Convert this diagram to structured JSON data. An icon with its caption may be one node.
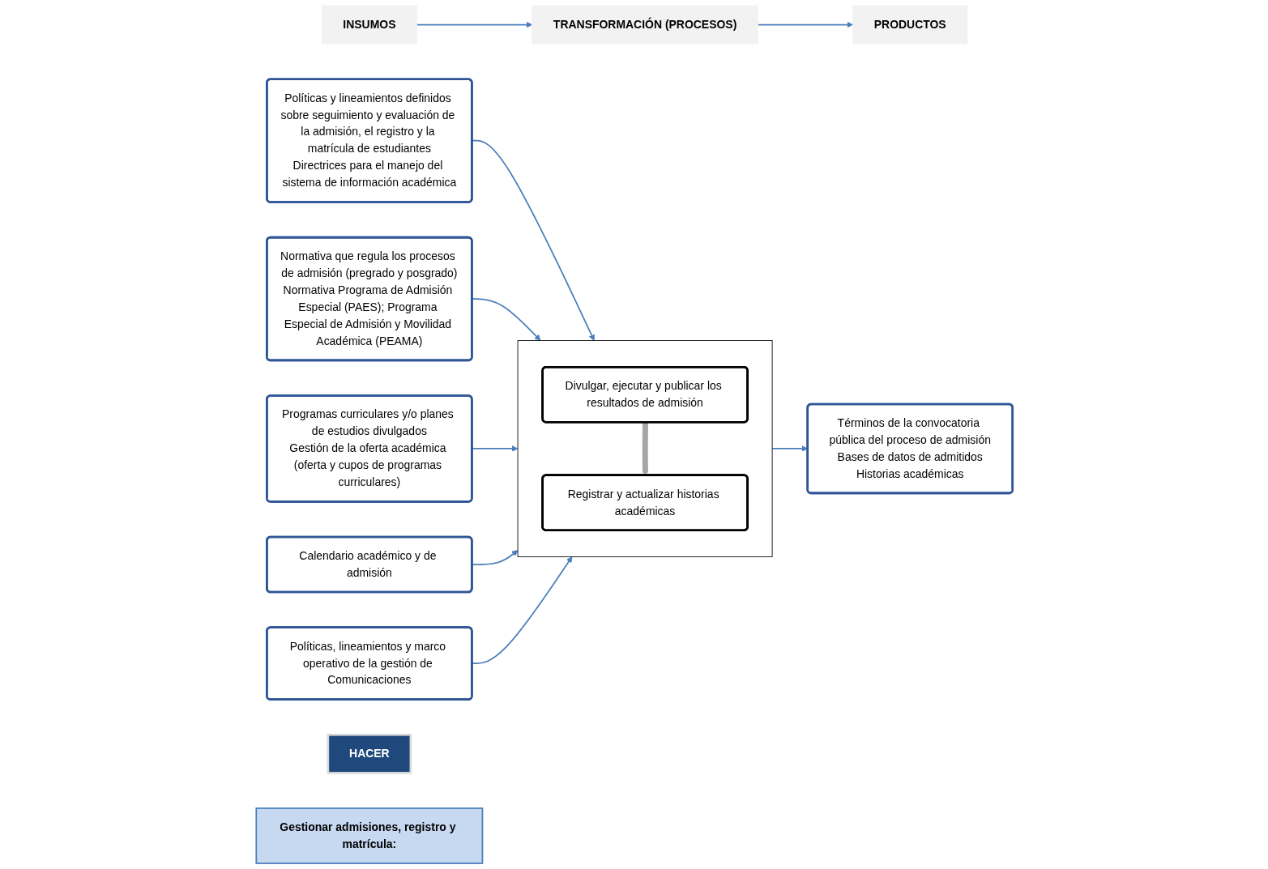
{
  "diagram": {
    "nodes": [
      {
        "text": [
          "INSUMOS"
        ]
      },
      {
        "text": [
          "TRANSFORMACIÓN (PROCESOS)"
        ]
      },
      {
        "text": [
          "PRODUCTOS"
        ]
      },
      {
        "text": [
          "Políticas y lineamientos definidos sobre seguimiento y evaluación de la admisión, el registro y la matrícula de estudiantes",
          "Directrices para el manejo del sistema de información académica"
        ]
      },
      {
        "text": [
          "Normativa que regula los procesos de admisión (pregrado y posgrado)",
          "Normativa Programa de Admisión Especial (PAES); Programa Especial de Admisión y Movilidad Académica (PEAMA)"
        ]
      },
      {
        "text": [
          "Programas curriculares y/o planes de estudios divulgados",
          "Gestión de la oferta académica (oferta y cupos de programas curriculares)"
        ]
      },
      {
        "text": [
          "Calendario académico y de admisión"
        ]
      },
      {
        "text": [
          "Políticas, lineamientos y marco operativo de la gestión de Comunicaciones"
        ]
      },
      {
        "text": [
          "HACER"
        ]
      },
      {
        "text": [
          "Gestionar admisiones, registro y matrícula:"
        ]
      },
      {
        "text": [],
        "shape": "box"
      },
      {
        "text": [
          "Divulgar, ejecutar y publicar los resultados de admisión"
        ],
        "in": 10
      },
      {
        "text": [
          "Registrar y actualizar historias académicas"
        ],
        "in": 10
      },
      {
        "text": [
          "Términos de la convocatoria pública del proceso de admisión",
          "Bases de datos de admitidos",
          "Historias académicas"
        ]
      }
    ],
    "edges": [
      {
        "from": 0,
        "to": 1,
        "arrow": "to"
      },
      {
        "from": 1,
        "to": 2,
        "arrow": "to"
      },
      {
        "from": 3,
        "to": 10,
        "arrow": "to"
      },
      {
        "from": 4,
        "to": 10,
        "arrow": "to"
      },
      {
        "from": 5,
        "to": 10,
        "arrow": "to"
      },
      {
        "from": 6,
        "to": 10,
        "arrow": "to"
      },
      {
        "from": 7,
        "to": 10,
        "arrow": "to"
      },
      {
        "from": 11,
        "to": 12,
        "arrow": "to",
        "style": "thick",
        "color": "#a6a6a6"
      },
      {
        "from": 10,
        "to": 13,
        "arrow": "to"
      }
    ]
  }
}
